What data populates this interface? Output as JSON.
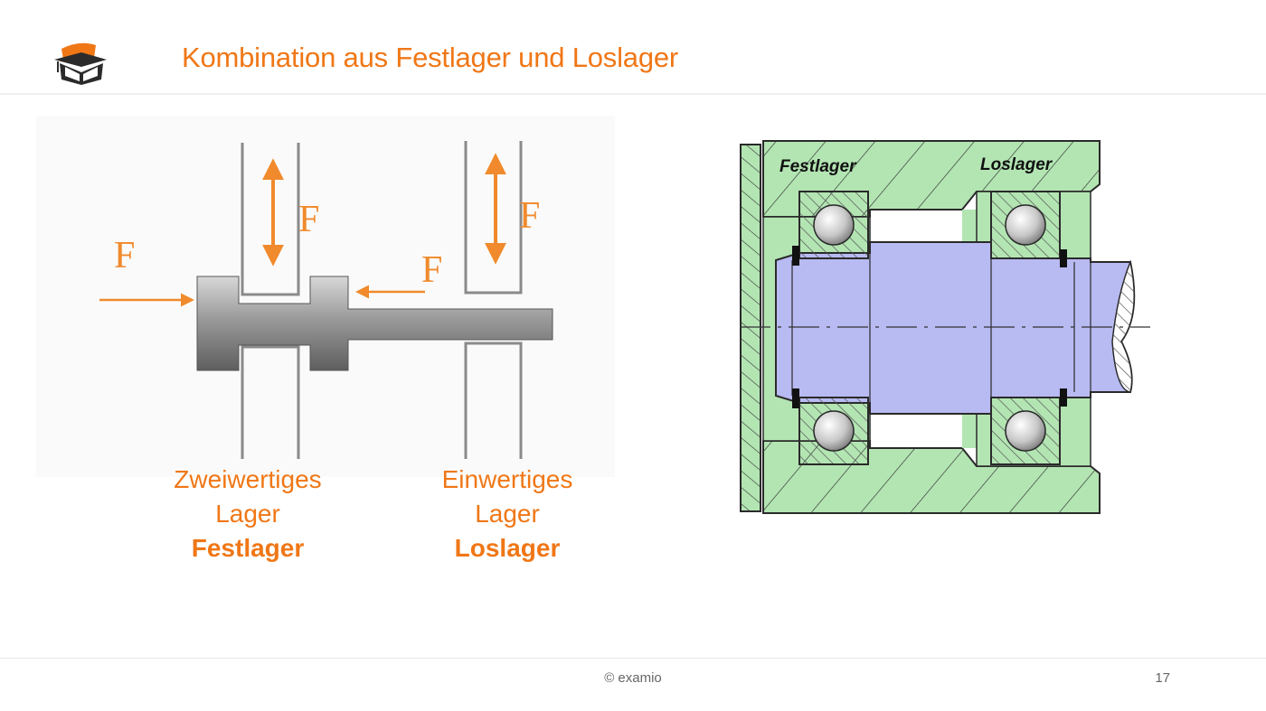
{
  "header": {
    "title": "Kombination aus Festlager und Loslager",
    "logo_icon": "graduation-book-icon"
  },
  "diagram_left": {
    "force_label": "F",
    "captions": [
      {
        "lines": [
          "Zweiwertiges",
          "Lager"
        ],
        "strong": "Festlager"
      },
      {
        "lines": [
          "Einwertiges",
          "Lager"
        ],
        "strong": "Loslager"
      }
    ]
  },
  "diagram_right": {
    "label_fixed": "Festlager",
    "label_floating": "Loslager"
  },
  "footer": {
    "copyright": "© examio",
    "page_number": "17"
  },
  "colors": {
    "accent": "#f07716",
    "housing": "#b3e5b3",
    "shaft": "#b8baf2",
    "arrow": "#f08a2c"
  }
}
